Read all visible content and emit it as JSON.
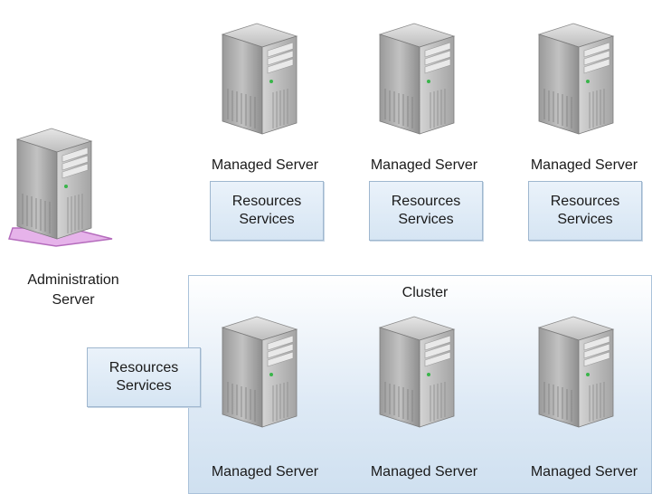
{
  "admin": {
    "line1": "Administration",
    "line2": "Server"
  },
  "managed": [
    {
      "label": "Managed Server",
      "box_line1": "Resources",
      "box_line2": "Services"
    },
    {
      "label": "Managed Server",
      "box_line1": "Resources",
      "box_line2": "Services"
    },
    {
      "label": "Managed Server",
      "box_line1": "Resources",
      "box_line2": "Services"
    }
  ],
  "cluster": {
    "title": "Cluster",
    "box_line1": "Resources",
    "box_line2": "Services",
    "servers": [
      {
        "label": "Managed Server"
      },
      {
        "label": "Managed Server"
      },
      {
        "label": "Managed Server"
      }
    ]
  },
  "colors": {
    "admin_base": "#d08ad6",
    "box_fill": "#dbe8f4",
    "cluster_fill": "#dde9f5"
  }
}
